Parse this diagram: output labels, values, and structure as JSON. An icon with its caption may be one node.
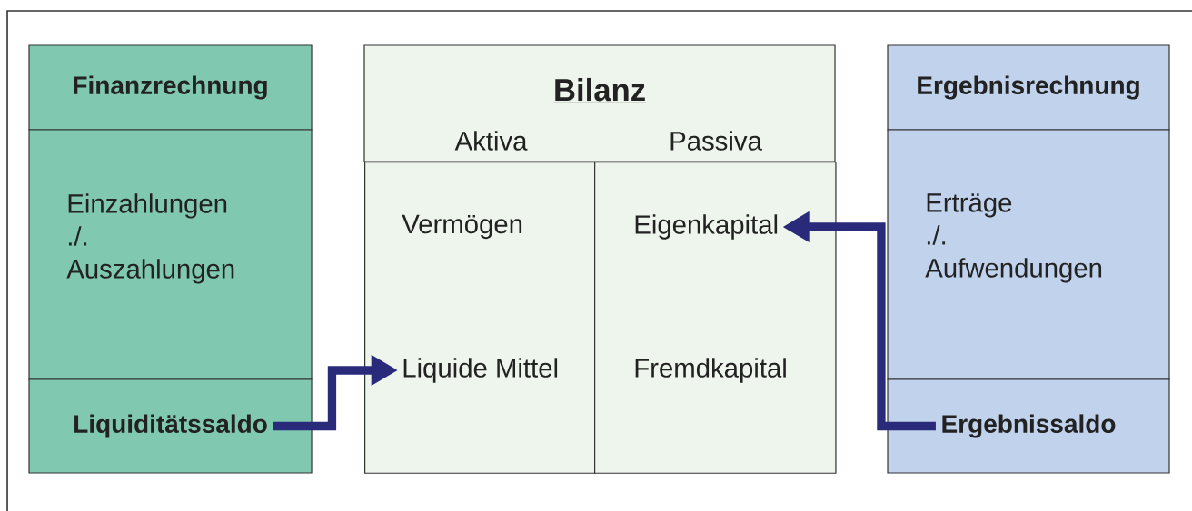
{
  "diagram": {
    "nodes": [
      {
        "text": [
          "Finanzrechnung"
        ]
      },
      {
        "text": [
          "Einzahlungen ./. Auszahlungen"
        ]
      },
      {
        "text": [
          "Liquiditätssaldo"
        ]
      },
      {
        "text": [
          "Bilanz",
          "Aktiva",
          "Passiva"
        ]
      },
      {
        "text": [],
        "shape": "box"
      },
      {
        "text": [
          "Vermögen"
        ],
        "in": 4
      },
      {
        "text": [
          "Liquide Mittel"
        ],
        "in": 4
      },
      {
        "text": [],
        "shape": "box"
      },
      {
        "text": [
          "Eigenkapital"
        ],
        "in": 7
      },
      {
        "text": [
          "Fremdkapital"
        ],
        "in": 7
      },
      {
        "text": [
          "Ergebnisrechnung"
        ]
      },
      {
        "text": [
          "Erträge ./. Aufwendungen"
        ]
      },
      {
        "text": [
          "Ergebnissaldo"
        ]
      }
    ],
    "edges": [
      {
        "from": 2,
        "to": 6,
        "arrow": "to"
      },
      {
        "from": 12,
        "to": 8,
        "arrow": "to"
      }
    ]
  }
}
